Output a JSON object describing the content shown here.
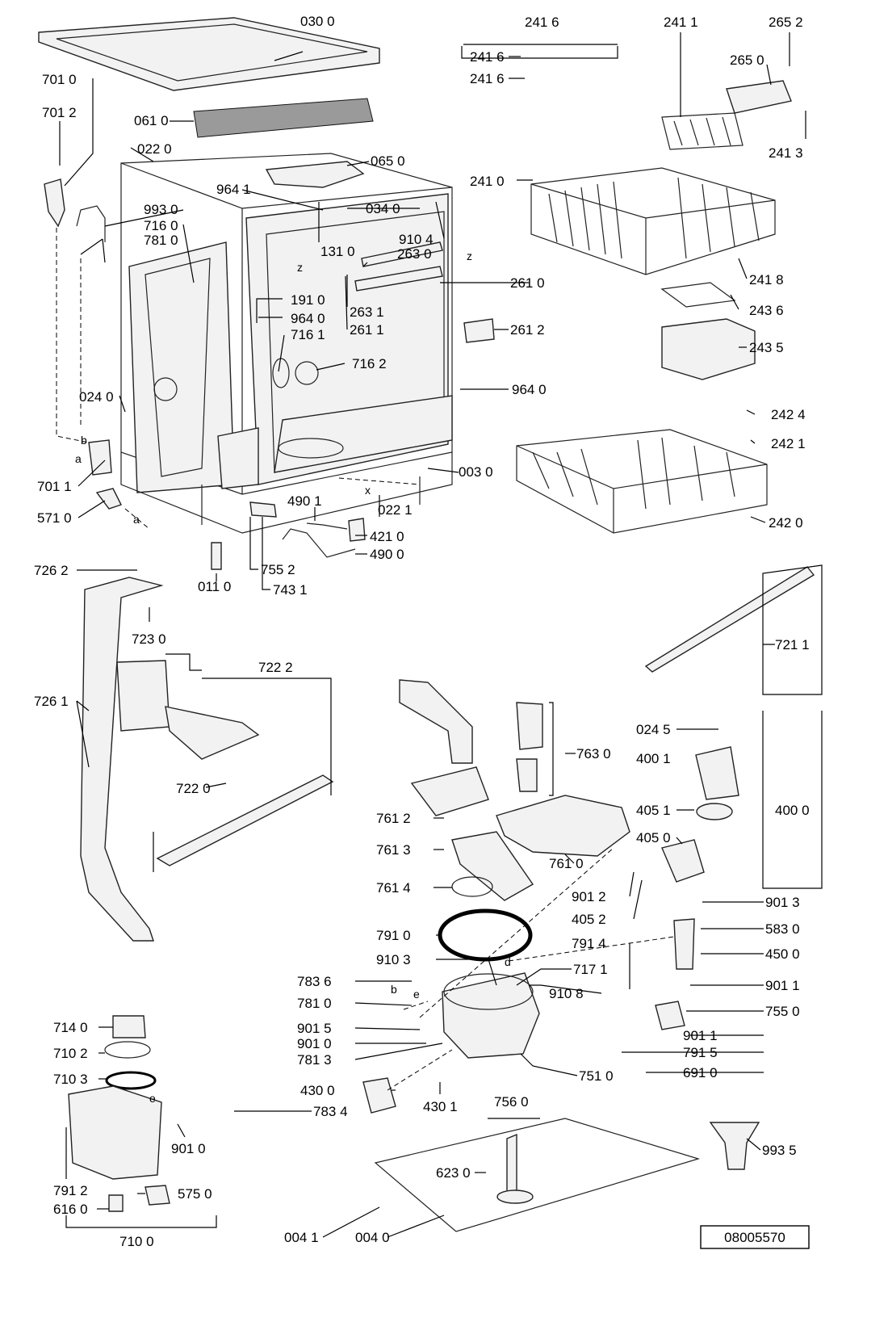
{
  "parts": {
    "p0300": "030 0",
    "p0610": "061 0",
    "p0220": "022 0",
    "p0650": "065 0",
    "p9641": "964 1",
    "p0340": "034 0",
    "p9104": "910 4",
    "p9930": "993 0",
    "p7160": "716 0",
    "p7810": "781 0",
    "p7010": "701 0",
    "p7012": "701 2",
    "p1310": "131 0",
    "p2630": "263 0",
    "p2610": "261 0",
    "p1910": "191 0",
    "p9640a": "964 0",
    "p2631": "263 1",
    "p2611": "261 1",
    "p2612": "261 2",
    "p7161": "716 1",
    "p7162": "716 2",
    "p9640b": "964 0",
    "p0240": "024 0",
    "p7011": "701 1",
    "p5710": "571 0",
    "p0030": "003 0",
    "p4901": "490 1",
    "p0221": "022 1",
    "p4210": "421 0",
    "p4900": "490 0",
    "p0110": "011 0",
    "p7552": "755 2",
    "p7431": "743 1",
    "p2416a": "241 6",
    "p2416b": "241 6",
    "p2416c": "241 6",
    "p2411": "241 1",
    "p2652": "265 2",
    "p2650": "265 0",
    "p2413": "241 3",
    "p2410": "241 0",
    "p2418": "241 8",
    "p2436": "243 6",
    "p2435": "243 5",
    "p2424": "242 4",
    "p2421": "242 1",
    "p2420": "242 0",
    "p7262": "726 2",
    "p7230": "723 0",
    "p7222": "722 2",
    "p7261": "726 1",
    "p7220": "722 0",
    "p7211": "721 1",
    "p0245": "024 5",
    "p4001": "400 1",
    "p4000": "400 0",
    "p4051": "405 1",
    "p4050": "405 0",
    "p7630": "763 0",
    "p7612": "761 2",
    "p7613": "761 3",
    "p7610": "761 0",
    "p7614": "761 4",
    "p9012": "901 2",
    "p4052": "405 2",
    "p9013": "901 3",
    "p7910": "791 0",
    "p5830": "583 0",
    "p7914": "791 4",
    "p4500": "450 0",
    "p9103": "910 3",
    "p7171": "717 1",
    "p7836": "783 6",
    "p9108": "910 8",
    "p9011a": "901 1",
    "p7810b": "781 0",
    "p7550": "755 0",
    "p9015": "901 5",
    "p9011b": "901 1",
    "p9010a": "901 0",
    "p7813": "781 3",
    "p7915": "791 5",
    "p7510": "751 0",
    "p6910": "691 0",
    "p7140": "714 0",
    "p7102": "710 2",
    "p7103": "710 3",
    "p4300": "430 0",
    "p4301": "430 1",
    "p7560": "756 0",
    "p7834": "783 4",
    "p9010b": "901 0",
    "p9935": "993 5",
    "p6230": "623 0",
    "p7912": "791 2",
    "p5750": "575 0",
    "p6160": "616 0",
    "p7100": "710 0",
    "p0041": "004 1",
    "p0040": "004 0"
  },
  "markers": {
    "a1": "a",
    "b1": "b",
    "a2": "a",
    "x1": "x",
    "z1": "z",
    "z2": "z",
    "b2": "b",
    "d1": "d",
    "e1": "e",
    "e2": "e"
  },
  "drawing_number": "08005570"
}
